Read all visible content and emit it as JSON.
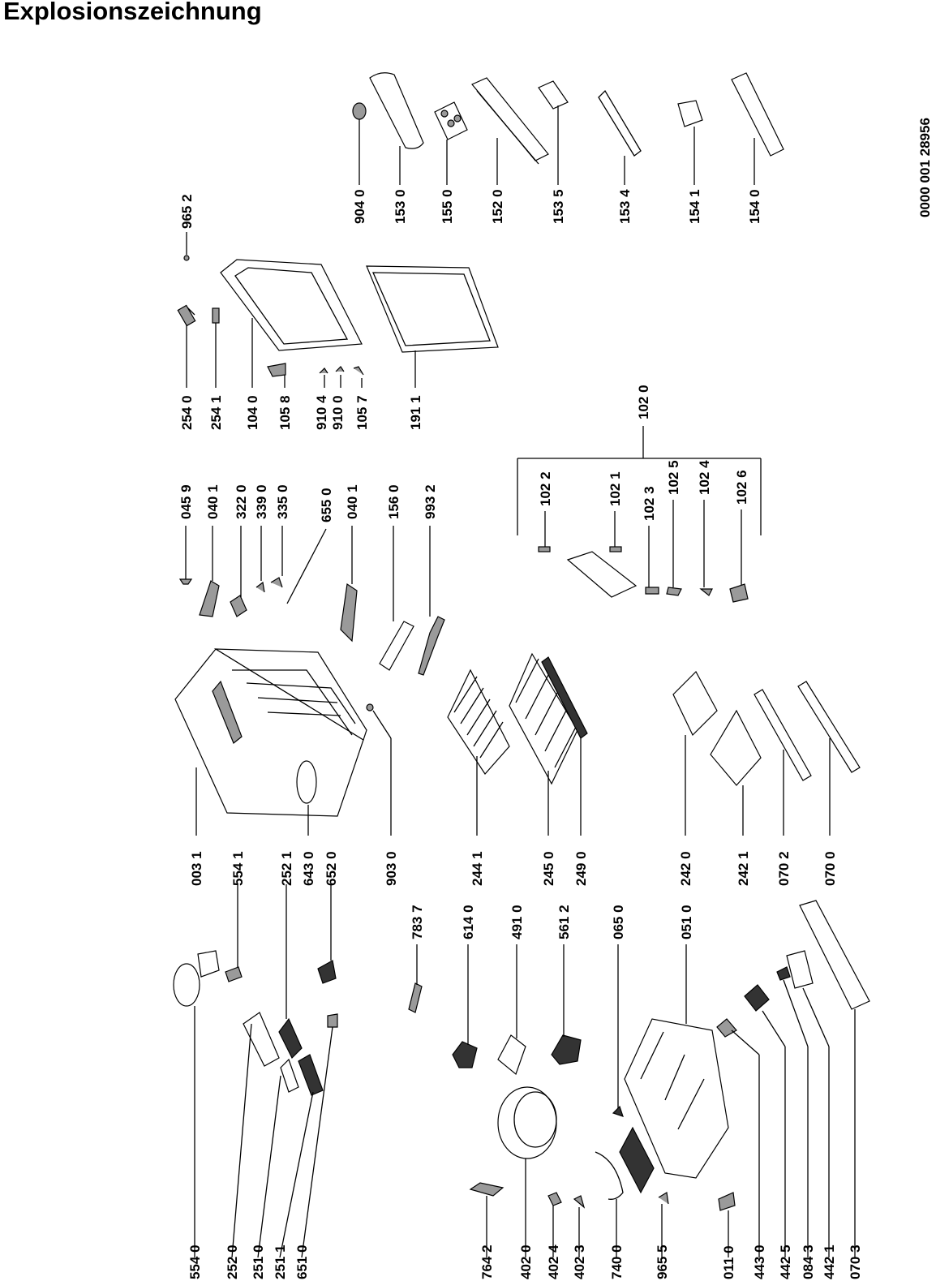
{
  "title": "Explosionszeichnung",
  "doc_number": "0000 001 28956",
  "groups": {
    "g1020": "102 0"
  },
  "labels": [
    "904 0",
    "153 0",
    "155 0",
    "152 0",
    "153 5",
    "153 4",
    "154 1",
    "154 0",
    "965 2",
    "254 0",
    "254 1",
    "104 0",
    "105 8",
    "910 4",
    "910 0",
    "105 7",
    "191 1",
    "045 9",
    "040 1",
    "322 0",
    "339 0",
    "335 0",
    "655 0",
    "040 1",
    "156 0",
    "993 2",
    "102 2",
    "102 1",
    "102 3",
    "102 5",
    "102 4",
    "102 6",
    "003 1",
    "554 1",
    "252 1",
    "643 0",
    "652 0",
    "903 0",
    "244 1",
    "245 0",
    "249 0",
    "242 0",
    "242 1",
    "070 2",
    "070 0",
    "783 7",
    "614 0",
    "491 0",
    "561 2",
    "065 0",
    "051 0",
    "554 0",
    "252 0",
    "251 0",
    "251 1",
    "651 0",
    "764 2",
    "402 0",
    "402 4",
    "402 3",
    "740 0",
    "965 5",
    "011 0",
    "443 0",
    "442 5",
    "084 3",
    "442 1",
    "070 3"
  ]
}
